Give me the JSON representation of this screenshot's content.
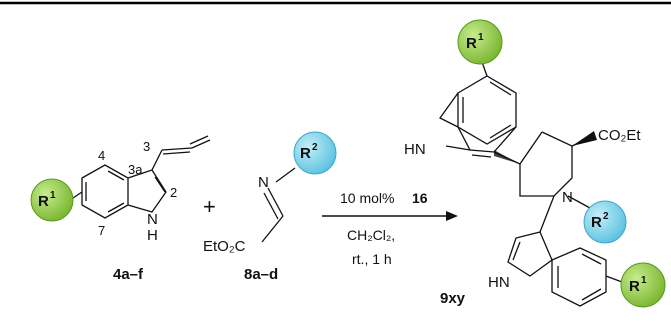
{
  "scheme": {
    "reactant1": {
      "compound_label": "4a–f",
      "r_group": "R",
      "r_index": "1",
      "atom_labels": [
        "4",
        "3",
        "3a",
        "2",
        "7"
      ],
      "nh": [
        "N",
        "H"
      ]
    },
    "plus": "+",
    "reactant2": {
      "compound_label": "8a–d",
      "r_group": "R",
      "r_index": "2",
      "n_atom": "N",
      "ester": "EtO₂C"
    },
    "conditions": {
      "catalyst_amount": "10 mol%",
      "catalyst_id": "16",
      "solvent": "CH₂Cl₂,",
      "time_temp": "rt., 1 h"
    },
    "product": {
      "compound_label": "9xy",
      "ester": "CO₂Et",
      "n_atom": "N",
      "hn_top": "HN",
      "hn_bottom": "HN",
      "r1_group": "R",
      "r1_index": "1",
      "r2_group": "R",
      "r2_index": "2"
    },
    "colors": {
      "r1_fill": "#8cc63f",
      "r1_edge": "#5a9a1f",
      "r2_fill": "#7fd3ea",
      "r2_edge": "#3aa6c8",
      "ink": "#111111",
      "top_rule": "#000000"
    }
  }
}
